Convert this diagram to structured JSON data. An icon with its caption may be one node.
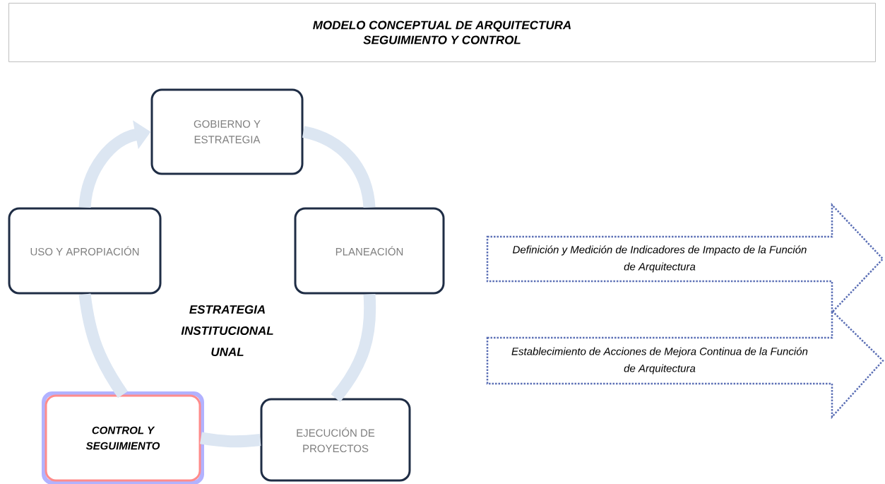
{
  "diagram": {
    "title": "MODELO CONCEPTUAL DE ARQUITECTURA SEGUIMIENTO Y CONTROL",
    "nodes": [
      {
        "text": [
          "GOBIERNO Y ESTRATEGIA"
        ]
      },
      {
        "text": [
          "PLANEACIÓN"
        ]
      },
      {
        "text": [
          "EJECUCIÓN DE PROYECTOS"
        ]
      },
      {
        "text": [
          "CONTROL Y SEGUIMIENTO"
        ]
      },
      {
        "text": [
          "USO Y APROPIACIÓN"
        ]
      },
      {
        "text": [
          "Definición y Medición de Indicadores de Impacto de la Función de Arquitectura"
        ]
      },
      {
        "text": [
          "Establecimiento de Acciones de Mejora Continua de la Función de Arquitectura"
        ]
      }
    ],
    "edges": [
      {
        "from": 4,
        "to": 0,
        "arrow": "to"
      },
      {
        "from": 0,
        "to": 1,
        "arrow": "none"
      },
      {
        "from": 1,
        "to": 2,
        "arrow": "none"
      },
      {
        "from": 2,
        "to": 3,
        "arrow": "none"
      },
      {
        "from": 3,
        "to": 4,
        "arrow": "none"
      }
    ],
    "labels": [
      "ESTRATEGIA INSTITUCIONAL UNAL"
    ]
  }
}
